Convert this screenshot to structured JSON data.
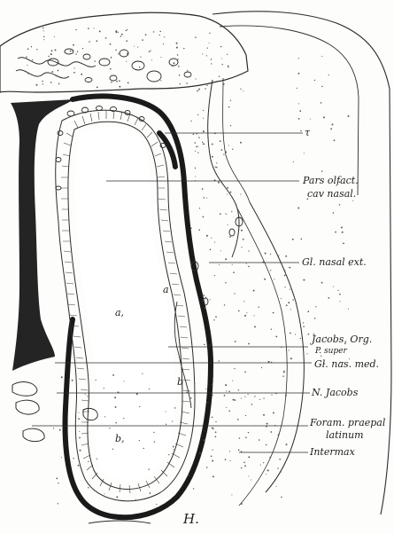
{
  "figure": {
    "caption": "H.",
    "labels": {
      "tau": "τ",
      "pars_olfact_1": "Pars olfact.",
      "pars_olfact_2": "cav nasal.",
      "gl_nasal_ext": "Gl. nasal ext.",
      "jacobs_org": "Jacobs. Org.",
      "p_super": "P. super",
      "gl_nas_med": "Gl. nas. med.",
      "n_jacobs": "N. Jacobs",
      "foram_1": "Foram. praepal",
      "foram_2": "latinum",
      "intermax": "Intermax",
      "a": "a",
      "a1": "a,",
      "b": "b",
      "b1": "b,"
    }
  }
}
